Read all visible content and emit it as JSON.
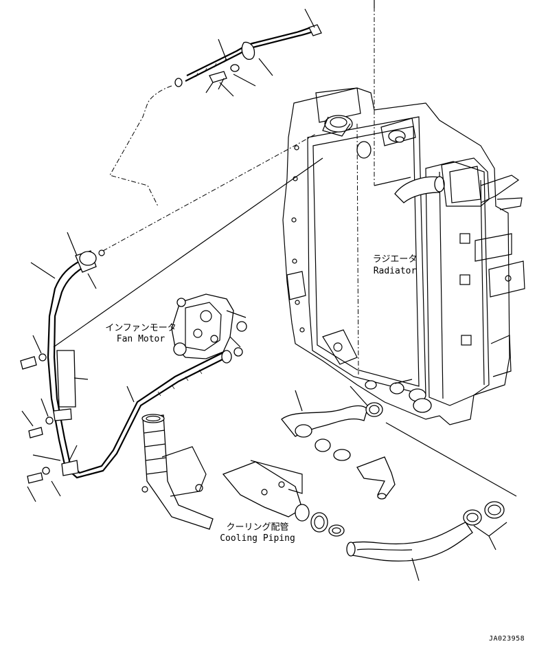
{
  "labels": {
    "radiator_jp": "ラジエータ",
    "radiator_en": "Radiator",
    "fan_motor_jp": "インファンモータ",
    "fan_motor_en": "Fan Motor",
    "cooling_jp": "クーリング配管",
    "cooling_en": "Cooling Piping"
  },
  "drawing_code": "JA023958",
  "colors": {
    "line": "#000000",
    "background": "#ffffff"
  }
}
